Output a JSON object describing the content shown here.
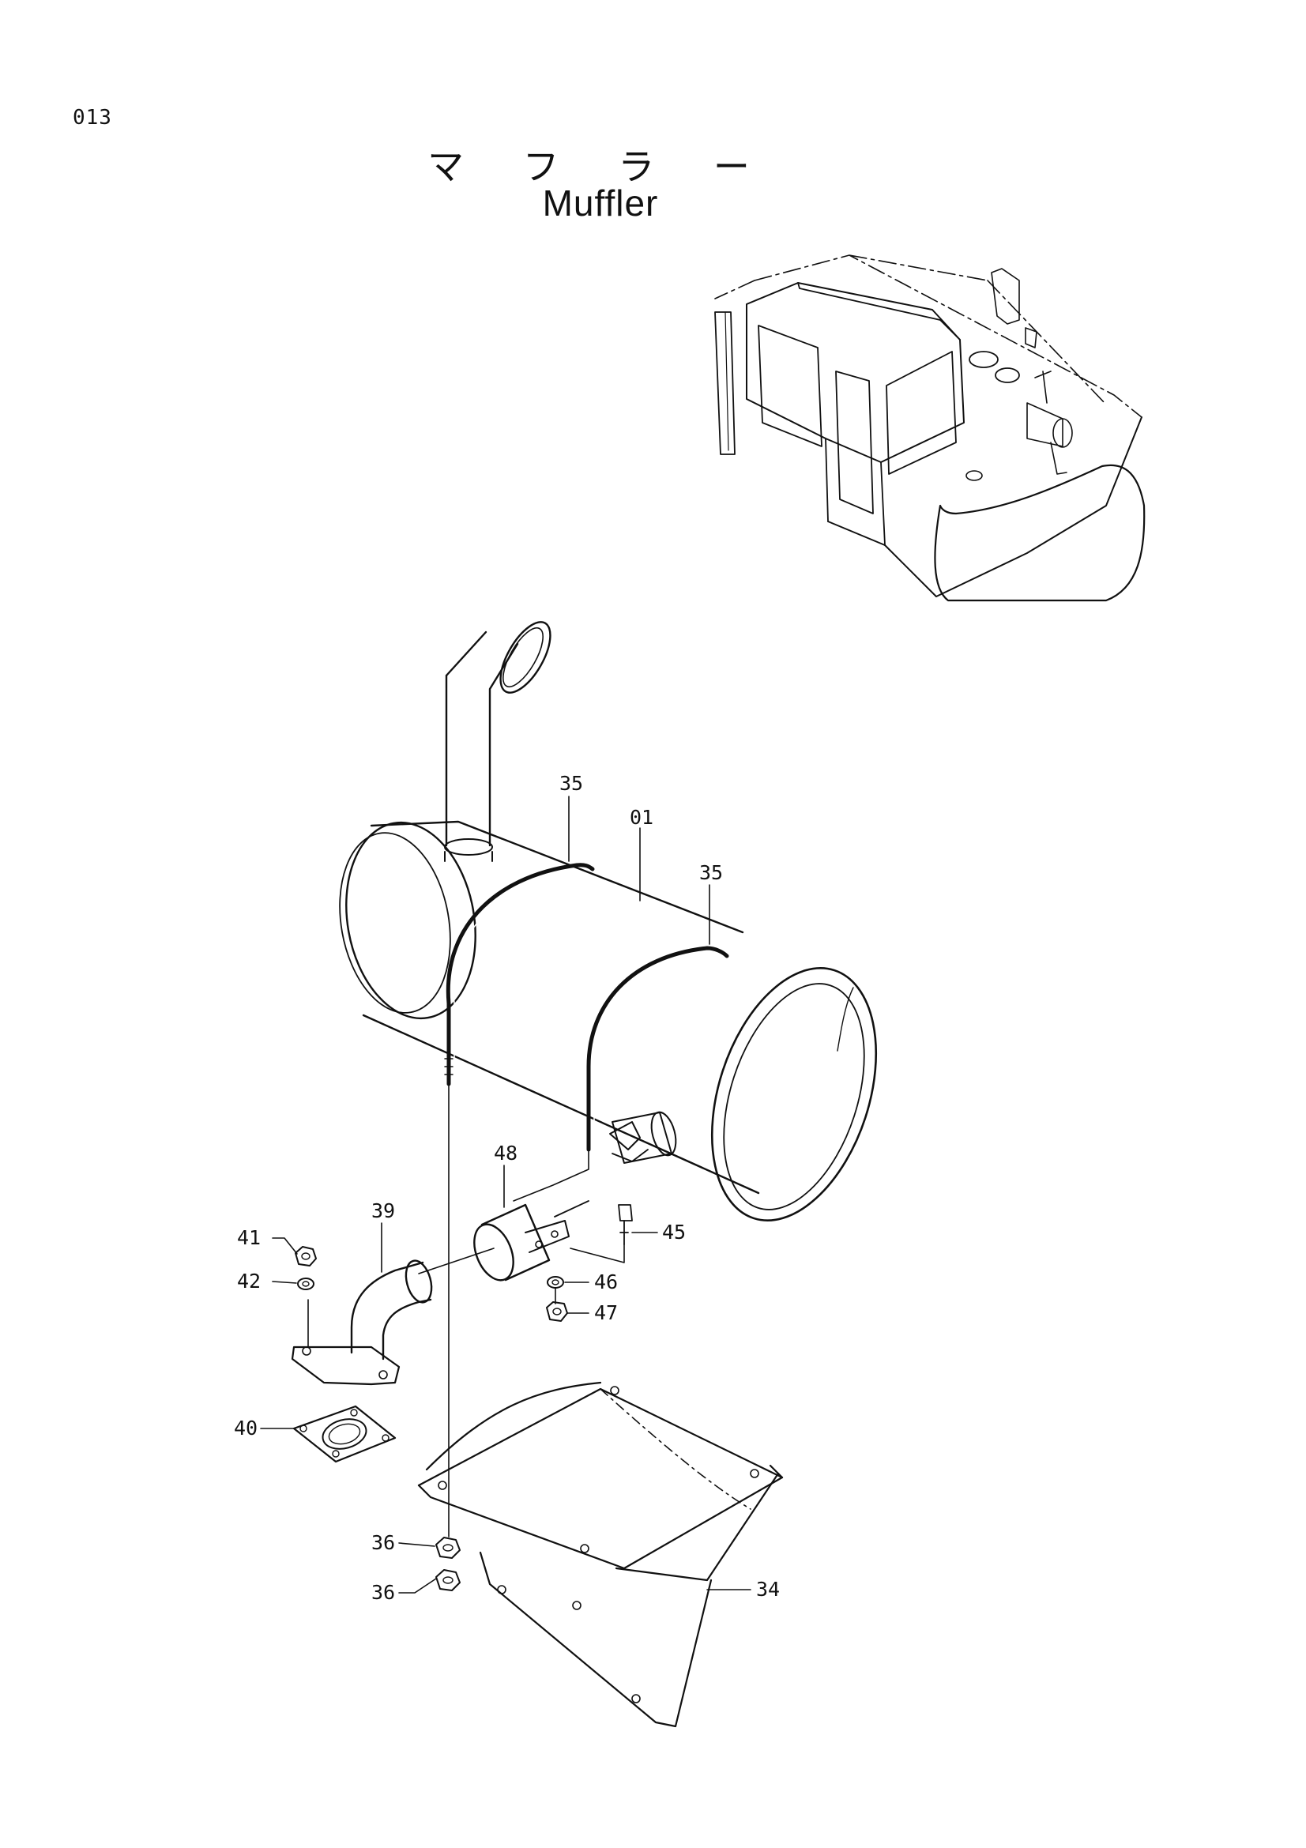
{
  "page": {
    "number": "013"
  },
  "title": {
    "japanese": "マ フ ラ ー",
    "english": "Muffler"
  },
  "callouts": [
    {
      "id": "c35a",
      "label": "35"
    },
    {
      "id": "c01",
      "label": "01"
    },
    {
      "id": "c35b",
      "label": "35"
    },
    {
      "id": "c48",
      "label": "48"
    },
    {
      "id": "c39",
      "label": "39"
    },
    {
      "id": "c41",
      "label": "41"
    },
    {
      "id": "c42",
      "label": "42"
    },
    {
      "id": "c45",
      "label": "45"
    },
    {
      "id": "c46",
      "label": "46"
    },
    {
      "id": "c47",
      "label": "47"
    },
    {
      "id": "c40",
      "label": "40"
    },
    {
      "id": "c36a",
      "label": "36"
    },
    {
      "id": "c36b",
      "label": "36"
    },
    {
      "id": "c34",
      "label": "34"
    }
  ]
}
